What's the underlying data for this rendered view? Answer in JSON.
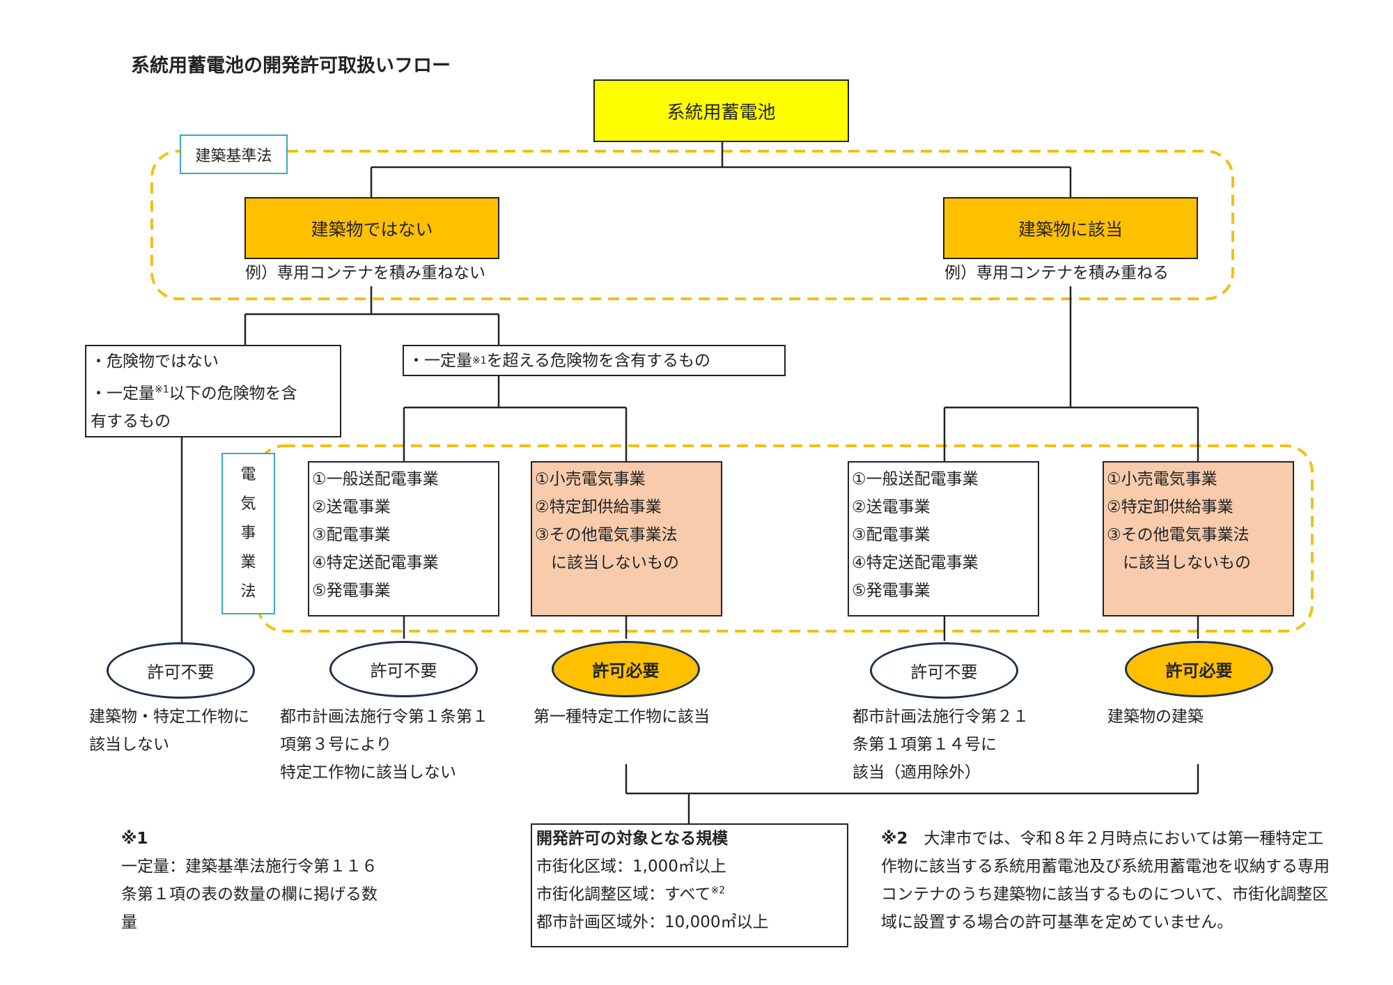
{
  "title": "系統用蓄電池の開発許可取扱いフロー",
  "root": "系統用蓄電池",
  "law_building": "建築基準法",
  "law_electric": [
    "電",
    "気",
    "事",
    "業",
    "法"
  ],
  "not_building": {
    "label": "建築物ではない",
    "example": "例）専用コンテナを積み重ねない"
  },
  "building": {
    "label": "建築物に該当",
    "example": "例）専用コンテナを積み重ねる"
  },
  "hazard_none": {
    "line1": "・危険物ではない",
    "line2a": "・一定量",
    "line2_sup": "※1",
    "line2b": "以下の危険物を含",
    "line3": "有するもの"
  },
  "hazard_over": {
    "a": "・一定量",
    "sup": "※1",
    "b": "を超える危険物を含有するもの"
  },
  "list_a": [
    "①一般送配電事業",
    "②送電事業",
    "③配電事業",
    "④特定送配電事業",
    "⑤発電事業"
  ],
  "list_b": [
    "①小売電気事業",
    "②特定卸供給事業",
    "③その他電気事業法",
    "　に該当しないもの"
  ],
  "results": {
    "r1": {
      "label": "許可不要",
      "note": [
        "建築物・特定工作物に",
        "該当しない"
      ]
    },
    "r2": {
      "label": "許可不要",
      "note": [
        "都市計画法施行令第１条第１",
        "項第３号により",
        "特定工作物に該当しない"
      ]
    },
    "r3": {
      "label": "許可必要",
      "note": [
        "第一種特定工作物に該当"
      ]
    },
    "r4": {
      "label": "許可不要",
      "note": [
        "都市計画法施行令第２１",
        "条第１項第１４号に",
        "該当（適用除外）"
      ]
    },
    "r5": {
      "label": "許可必要",
      "note": [
        "建築物の建築"
      ]
    }
  },
  "scale": {
    "heading": "開発許可の対象となる規模",
    "line1": "市街化区域：1,000㎡以上",
    "line2": "市街化調整区域：すべて",
    "line2_sup": "※2",
    "line3": "都市計画区域外：10,000㎡以上"
  },
  "note1": {
    "mark": "※1",
    "lines": [
      "一定量：建築基準法施行令第１１６",
      "条第１項の表の数量の欄に掲げる数",
      "量"
    ]
  },
  "note2": {
    "mark": "※2",
    "first": "　大津市では、令和８年２月時点においては第一種特定工",
    "lines": [
      "作物に該当する系統用蓄電池及び系統用蓄電池を収納する専用",
      "コンテナのうち建築物に該当するものについて、市街化調整区",
      "域に設置する場合の許可基準を定めていません。"
    ]
  },
  "colors": {
    "root_fill": "#ffff00",
    "category_fill": "#ffc000",
    "permit_required_fill": "#ffc000",
    "list_b_fill": "#f8cbad",
    "dashed_group": "#f2c010",
    "law_label_border": "#3aa6c8",
    "oval_border": "#1e2f4a"
  }
}
